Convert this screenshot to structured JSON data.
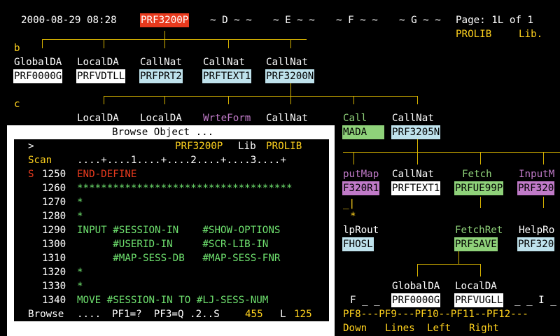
{
  "colors": {
    "background": "#000000",
    "white": "#ffffff",
    "yellow": "#ffd21e",
    "green": "#6ee06e",
    "cyan": "#8fe8e8",
    "red": "#e83a1e",
    "magenta": "#e06ae0",
    "lightblue": "#bfe2ec",
    "lightgreen": "#8fd27a",
    "purple": "#c07ac8"
  },
  "header": {
    "datetime": "2000-08-29 08:28",
    "program": "PRF3200P",
    "columns": [
      "~ D ~ ~",
      "~ E ~ ~",
      "~ F ~ ~",
      "~ G ~ ~"
    ],
    "page_text": "Page: 1L of 1",
    "lib_name": "PROLIB",
    "lib_suffix": "Lib."
  },
  "tree": {
    "level_b": "b",
    "level_c": "c",
    "row1": [
      {
        "type": "GlobalDA",
        "name": "PRF0000G"
      },
      {
        "type": "LocalDA",
        "name": "PRFVDTLL"
      },
      {
        "type": "CallNat",
        "name": "PRFPRT2"
      },
      {
        "type": "CallNat",
        "name": "PRFTEXT1"
      },
      {
        "type": "CallNat",
        "name": "PRF3200N"
      }
    ],
    "row2_types": [
      "LocalDA",
      "LocalDA",
      "WrteForm",
      "CallNat"
    ],
    "row2_right": [
      {
        "type": "Call",
        "name": "MADA"
      },
      {
        "type": "CallNat",
        "name": "PRF3205N"
      }
    ],
    "row3": [
      {
        "type": "putMap",
        "name": "F320R1"
      },
      {
        "type": "CallNat",
        "name": "PRFTEXT1"
      },
      {
        "type": "Fetch",
        "name": "PRFUE99P"
      },
      {
        "type": "InputM",
        "name": "PRF320"
      }
    ],
    "row3_marks": [
      "_|",
      "*"
    ],
    "row4": [
      {
        "type": "lpRout",
        "name": "FHOSL"
      },
      {
        "type": "FetchRet",
        "name": "PRFSAVE"
      },
      {
        "type": "HelpRo",
        "name": "PRF320"
      }
    ],
    "row5": [
      {
        "type": "GlobalDA",
        "name": "PRF0000G"
      },
      {
        "type": "LocalDA",
        "name": "PRFVUGLL"
      }
    ],
    "row5_left": "F _ _",
    "row5_right": "_ _ I _"
  },
  "pf_line": "PF8---PF9---PF10--PF11--PF12---",
  "pf_keys": [
    "Down",
    "Lines",
    "Left",
    "Right"
  ],
  "browse": {
    "title": "Browse Object ...",
    "prompt": ">",
    "object": "PRF3200P",
    "lib_label": "Lib",
    "lib": "PROLIB",
    "scan_label": "Scan",
    "ruler": "....+....1....+....2....+....3....+",
    "lines": [
      {
        "flag": "S",
        "num": "1250",
        "text": "END-DEFINE"
      },
      {
        "flag": "",
        "num": "1260",
        "text": "************************************"
      },
      {
        "flag": "",
        "num": "1270",
        "text": "*"
      },
      {
        "flag": "",
        "num": "1280",
        "text": "*"
      },
      {
        "flag": "",
        "num": "1290",
        "text": "INPUT #SESSION-IN    #SHOW-OPTIONS"
      },
      {
        "flag": "",
        "num": "1300",
        "text": "      #USERID-IN     #SCR-LIB-IN"
      },
      {
        "flag": "",
        "num": "1310",
        "text": "      #MAP-SESS-DB   #MAP-SESS-FNR"
      },
      {
        "flag": "",
        "num": "1320",
        "text": "*"
      },
      {
        "flag": "",
        "num": "1330",
        "text": "*"
      },
      {
        "flag": "",
        "num": "1340",
        "text": "MOVE #SESSION-IN TO #LJ-SESS-NUM"
      }
    ],
    "footer": {
      "mode": "Browse",
      "dots": "....",
      "keys": "PF1=?  PF3=Q .2..S",
      "size": "455",
      "line_label": "L",
      "line": "125"
    }
  }
}
